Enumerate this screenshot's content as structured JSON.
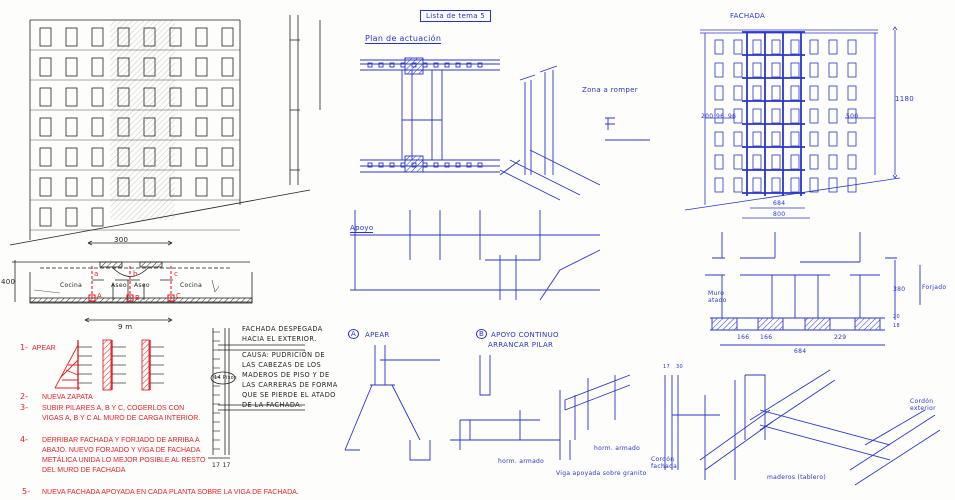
{
  "colors": {
    "pencil": "#222222",
    "red_ink": "#e0242b",
    "blue_ink": "#2a35c8",
    "paper": "#fdfdfb"
  },
  "left_sheet": {
    "dim_width_top": "300",
    "dim_height": "400",
    "dim_width_bottom": "9 m",
    "plan_rooms": [
      "Cocina",
      "Aseo",
      "Aseo",
      "Cocina"
    ],
    "pillars_upper": [
      "a",
      "b",
      "c"
    ],
    "pillars_lower": [
      "A",
      "B",
      "C"
    ],
    "steps": [
      {
        "num": "1-",
        "text": "Apear"
      },
      {
        "num": "2-",
        "text": "Nueva zapata"
      },
      {
        "num": "3-",
        "text": "Subir pilares A, B y C, cogerlos con vigas a, b y c al muro de carga interior."
      },
      {
        "num": "4-",
        "text": "Derribar fachada y forjado de arriba a abajo. Nuevo forjado y viga de fachada metálica unida lo mejor posible al resto del muro de fachada"
      },
      {
        "num": "5-",
        "text": "Nueva fachada apoyada en cada planta sobre la viga de fachada."
      }
    ],
    "section_title": "Fachada despegada hacia el exterior.",
    "section_cause": "Causa: pudrición de las cabezas de los maderos de piso y de las carreras de forma que se pierde el atado de la fachada.",
    "section_tag": "14 Pisos",
    "section_dims": "17 17"
  },
  "middle_sheet": {
    "title": "Lista de tema 5",
    "plan_label": "Plan de actuación",
    "zone_label": "Zona a romper",
    "support_label": "Apoyo",
    "detail_a": {
      "marker": "A",
      "label": "Apear"
    },
    "detail_b": {
      "marker": "B",
      "label_1": "Apoyo continuo",
      "label_2": "arrancar pilar"
    },
    "label_concrete": "horm. armado",
    "label_beam": "horm. armado",
    "label_granite": "Viga apoyada sobre granito"
  },
  "right_sheet": {
    "facade_label": "Fachada",
    "dim_height": "1180",
    "dim_side": "500",
    "dim_left": [
      "200",
      "96",
      "96"
    ],
    "dim_inner": "684",
    "dim_outer": "800",
    "section_label_wall": "Muro atado",
    "section_label_slab": "Forjado",
    "section_dim_height": "380",
    "section_dim_small": [
      "20",
      "18"
    ],
    "section_dims_bottom": [
      "166",
      "166",
      "229"
    ],
    "section_dim_total": "684",
    "detail_dims": [
      "17",
      "30"
    ],
    "label_cordon_ext": "Cordón exterior",
    "label_cordon_fach": "Cordón fachada",
    "label_maderos": "maderos (tablero)"
  }
}
